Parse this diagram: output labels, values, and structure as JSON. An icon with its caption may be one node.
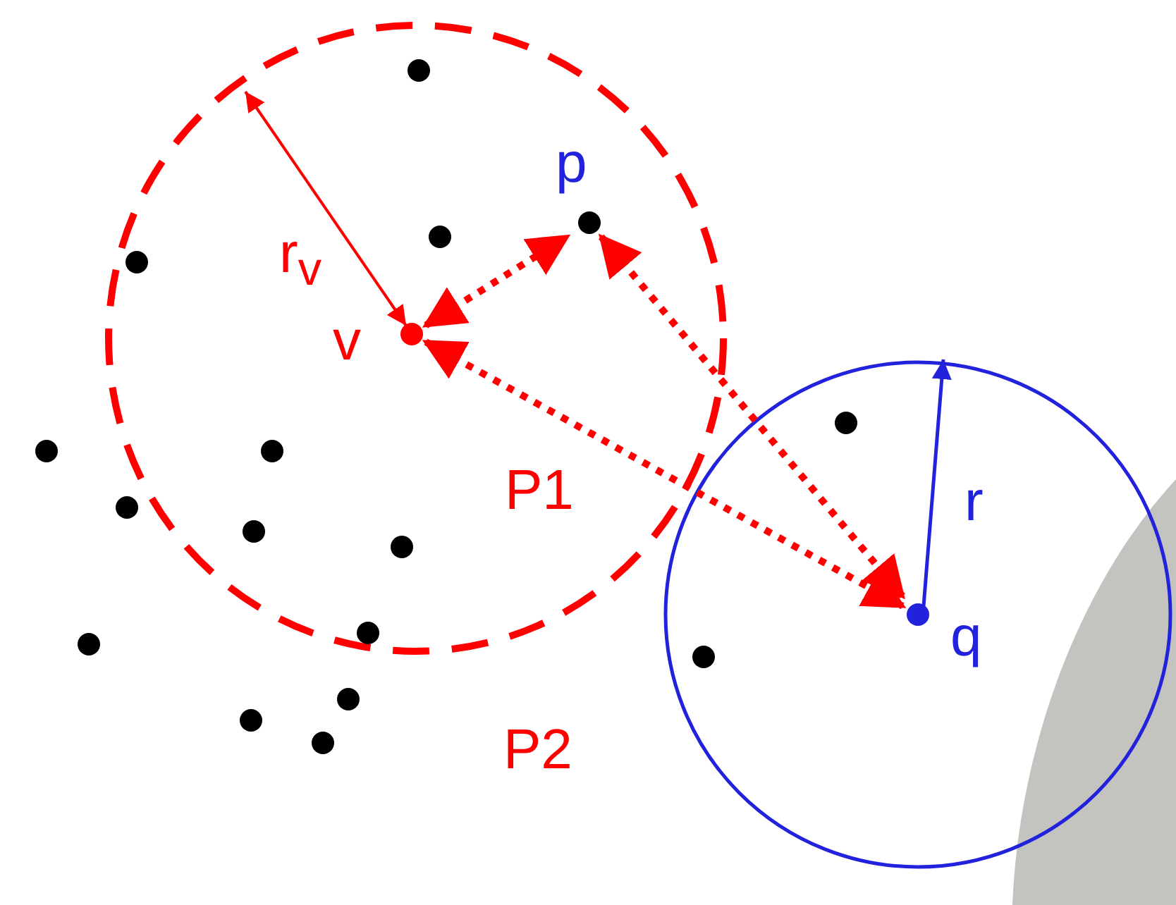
{
  "diagram": {
    "nodes": [
      {
        "text": [
          "p"
        ]
      },
      {
        "text": [
          "v"
        ]
      },
      {
        "text": [
          "q"
        ]
      }
    ],
    "edges": [
      {
        "from": 1,
        "to": 0,
        "arrow": "both",
        "style": "dashed"
      },
      {
        "from": 0,
        "to": 2,
        "arrow": "both",
        "style": "dashed"
      },
      {
        "from": 1,
        "to": 2,
        "arrow": "both",
        "style": "dashed"
      }
    ],
    "labels": [
      "r$_{v}$",
      "P1",
      "r",
      "P2"
    ]
  }
}
